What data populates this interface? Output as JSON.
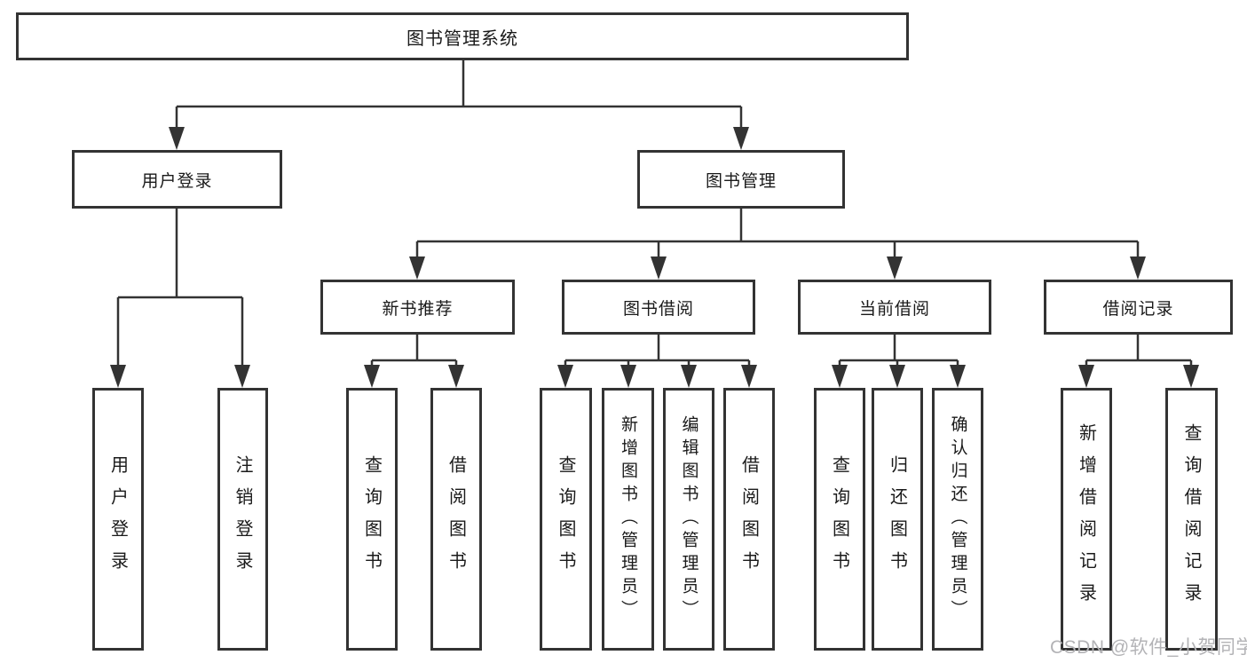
{
  "tree": {
    "root": {
      "label": "图书管理系统"
    },
    "branches": [
      {
        "label": "用户登录",
        "children": [
          {
            "label": "用户登录"
          },
          {
            "label": "注销登录"
          }
        ]
      },
      {
        "label": "图书管理",
        "children": [
          {
            "label": "新书推荐",
            "children": [
              {
                "label": "查询图书"
              },
              {
                "label": "借阅图书"
              }
            ]
          },
          {
            "label": "图书借阅",
            "children": [
              {
                "label": "查询图书"
              },
              {
                "label": "新增图书（管理员）"
              },
              {
                "label": "编辑图书（管理员）"
              },
              {
                "label": "借阅图书"
              }
            ]
          },
          {
            "label": "当前借阅",
            "children": [
              {
                "label": "查询图书"
              },
              {
                "label": "归还图书"
              },
              {
                "label": "确认归还（管理员）"
              }
            ]
          },
          {
            "label": "借阅记录",
            "children": [
              {
                "label": "新增借阅记录"
              },
              {
                "label": "查询借阅记录"
              }
            ]
          }
        ]
      }
    ]
  },
  "watermark": "CSDN @软件_小贺同学",
  "colors": {
    "line": "#333333",
    "box_border": "#333333",
    "text": "#1a1a1a",
    "watermark": "#b3b3b6"
  }
}
